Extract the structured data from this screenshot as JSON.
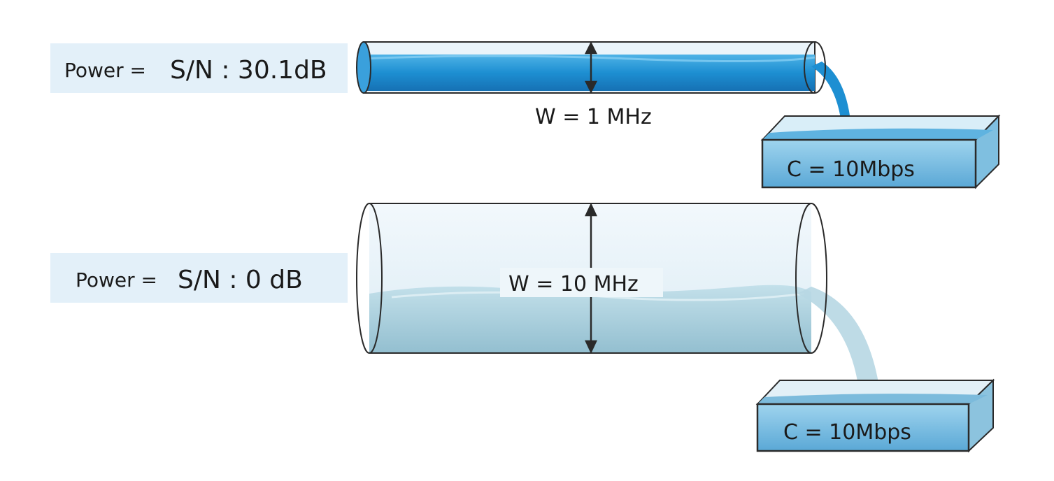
{
  "top": {
    "power_prefix": "Power =",
    "power_value": "S/N : 30.1dB",
    "bandwidth": "W = 1 MHz",
    "capacity": "C = 10Mbps"
  },
  "bottom": {
    "power_prefix": "Power =",
    "power_value": "S/N : 0 dB",
    "bandwidth": "W = 10 MHz",
    "capacity": "C = 10Mbps"
  },
  "colors": {
    "label_bg": "#e3f0f9",
    "strong_water": "#1f8fd0",
    "weak_water": "#a9cdd9",
    "tank_water": "#6fb6dc"
  }
}
